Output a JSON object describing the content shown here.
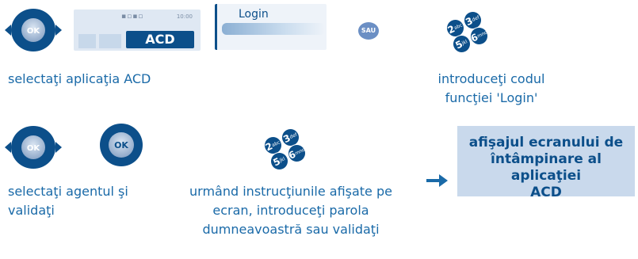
{
  "step1": {
    "nav_ok": "OK",
    "screen_label": "ACD",
    "screen_time": "10:00",
    "caption": "selectaţi aplicaţia ACD"
  },
  "step2": {
    "screen_label": "Login",
    "or_label": "SAU",
    "caption_line1": "introduceţi codul",
    "caption_line2": "funcţiei 'Login'"
  },
  "step3": {
    "nav_ok": "OK",
    "ok_button": "OK",
    "caption_line1": "selectaţi agentul şi",
    "caption_line2": "validaţi"
  },
  "step4": {
    "caption_line1": "urmând instrucţiunile afişate pe",
    "caption_line2": "ecran, introduceţi parola",
    "caption_line3": "dumneavoastră sau validaţi"
  },
  "result": {
    "line1": "afişajul ecranului de",
    "line2": "întâmpinare al aplicaţiei",
    "line3": "ACD"
  },
  "keypad": [
    "2",
    "3",
    "5",
    "6"
  ],
  "keypad_letters": [
    "abc",
    "def",
    "jkl",
    "mno"
  ],
  "colors": {
    "accent": "#0c4f8a",
    "text": "#1a6aa8",
    "result_bg": "#c9d9ec"
  },
  "icons": [
    "navigator-icon",
    "ok-button-icon",
    "keypad-icon",
    "arrow-right-icon"
  ]
}
